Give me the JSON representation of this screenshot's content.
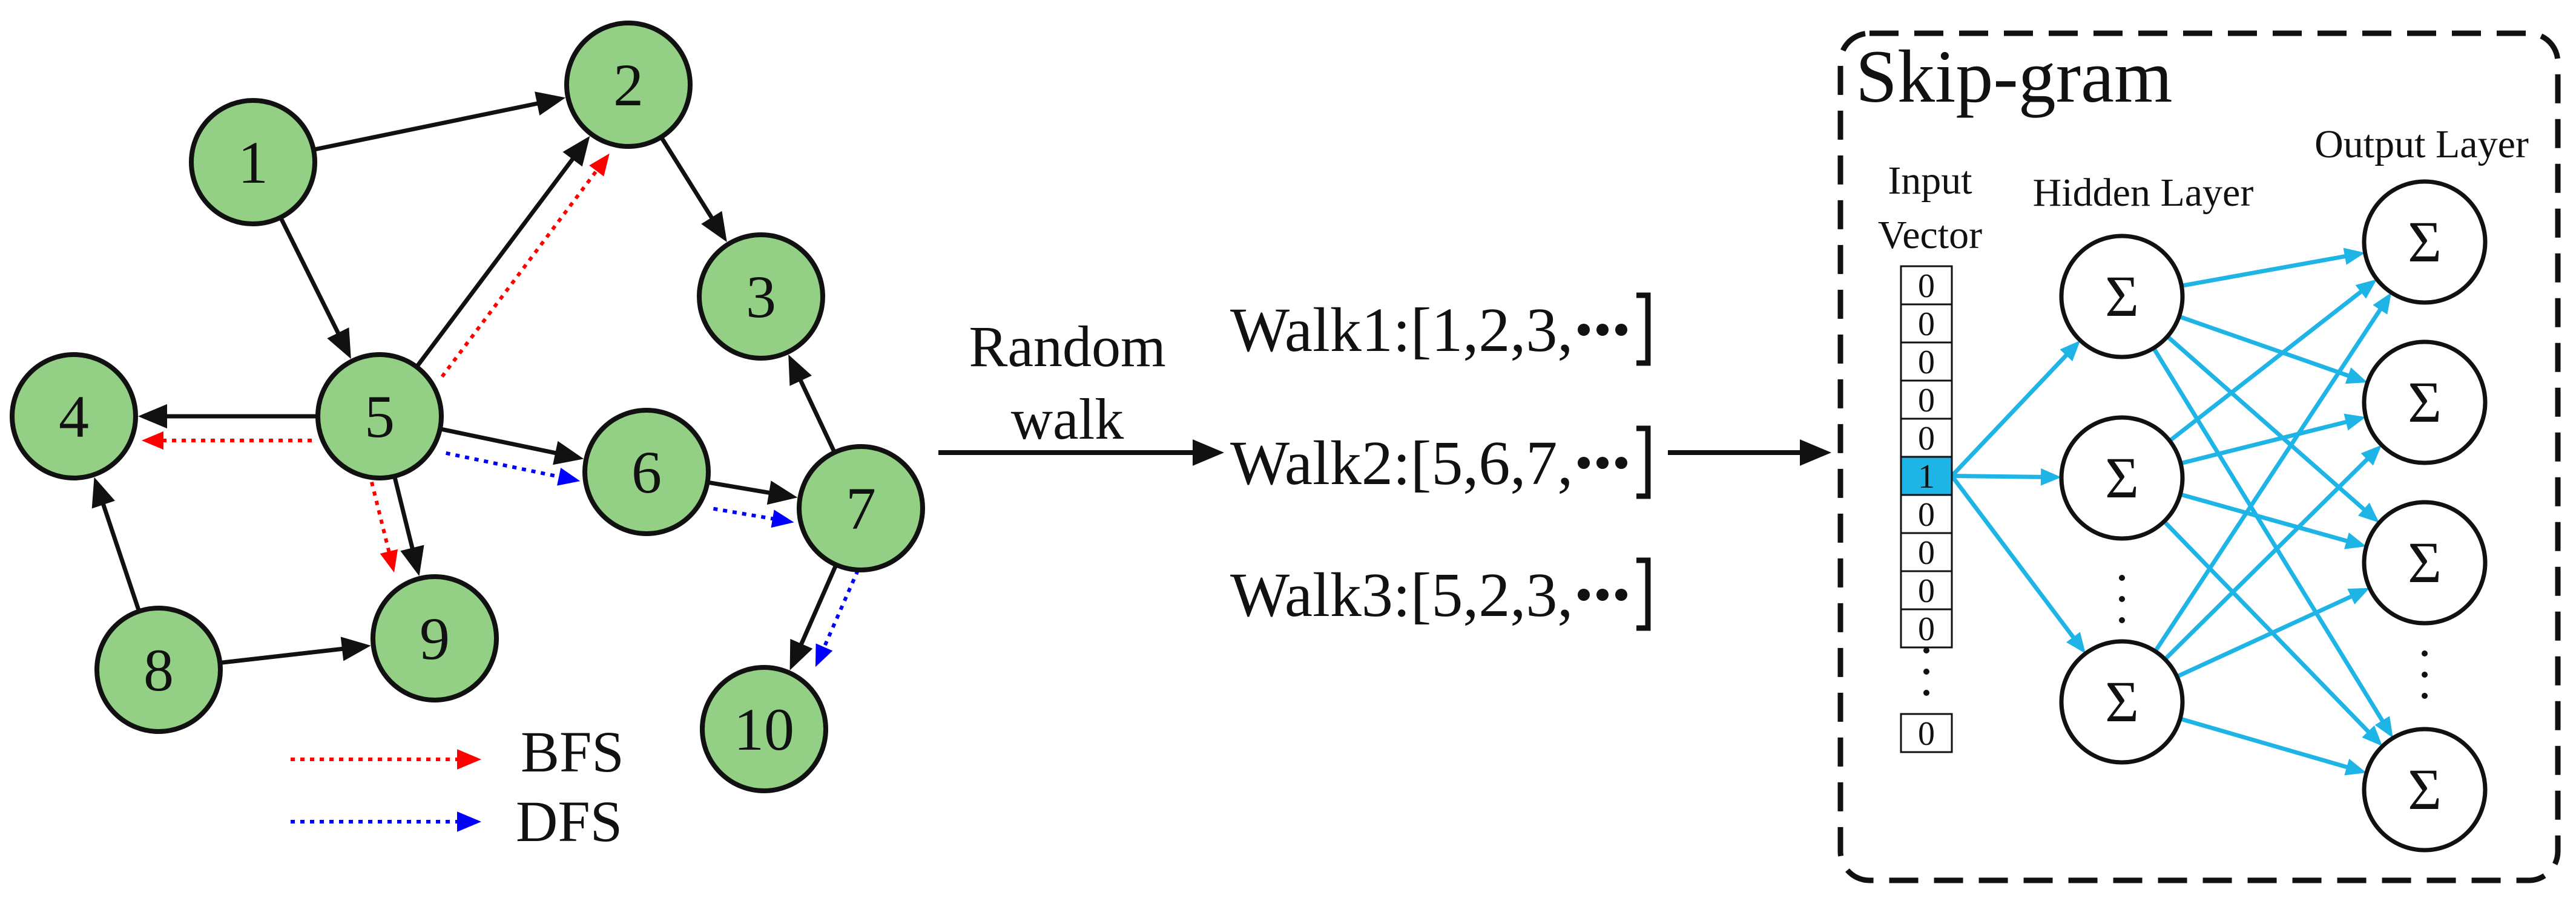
{
  "graph": {
    "nodes": [
      {
        "id": "1",
        "label": "1"
      },
      {
        "id": "2",
        "label": "2"
      },
      {
        "id": "3",
        "label": "3"
      },
      {
        "id": "4",
        "label": "4"
      },
      {
        "id": "5",
        "label": "5"
      },
      {
        "id": "6",
        "label": "6"
      },
      {
        "id": "7",
        "label": "7"
      },
      {
        "id": "8",
        "label": "8"
      },
      {
        "id": "9",
        "label": "9"
      },
      {
        "id": "10",
        "label": "10"
      }
    ],
    "edges": [
      {
        "from": "1",
        "to": "2"
      },
      {
        "from": "1",
        "to": "5"
      },
      {
        "from": "2",
        "to": "3"
      },
      {
        "from": "5",
        "to": "2"
      },
      {
        "from": "5",
        "to": "4"
      },
      {
        "from": "5",
        "to": "6"
      },
      {
        "from": "5",
        "to": "9"
      },
      {
        "from": "6",
        "to": "7"
      },
      {
        "from": "7",
        "to": "3"
      },
      {
        "from": "7",
        "to": "10"
      },
      {
        "from": "8",
        "to": "4"
      },
      {
        "from": "8",
        "to": "9"
      }
    ],
    "bfs_paths": [
      {
        "from": "5",
        "to": "2"
      },
      {
        "from": "5",
        "to": "4"
      },
      {
        "from": "5",
        "to": "9"
      }
    ],
    "dfs_paths": [
      {
        "from": "5",
        "to": "6"
      },
      {
        "from": "6",
        "to": "7"
      },
      {
        "from": "7",
        "to": "10"
      }
    ],
    "node_fill": "#93d085",
    "bfs_color": "#ff0000",
    "dfs_color": "#0000ff"
  },
  "legend": {
    "bfs_label": "BFS",
    "dfs_label": "DFS"
  },
  "random_walk": {
    "label_line1": "Random",
    "label_line2": "walk"
  },
  "walks": [
    {
      "name": "Walk1",
      "sequence": ":[1,2,3,"
    },
    {
      "name": "Walk2",
      "sequence": ":[5,6,7,"
    },
    {
      "name": "Walk3",
      "sequence": ":[5,2,3,"
    }
  ],
  "skipgram": {
    "title": "Skip-gram",
    "input_label_line1": "Input",
    "input_label_line2": "Vector",
    "hidden_label": "Hidden Layer",
    "output_label": "Output Layer",
    "input_values": [
      "0",
      "0",
      "0",
      "0",
      "0",
      "1",
      "0",
      "0",
      "0",
      "0",
      "0"
    ],
    "active_index": 5,
    "neuron_symbol": "Σ",
    "hidden_count": 3,
    "output_count": 4,
    "connection_color": "#1eb4e6",
    "active_cell_color": "#1eb4e6"
  }
}
